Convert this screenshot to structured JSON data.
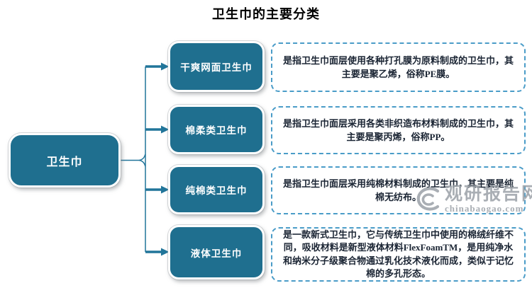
{
  "title": "卫生巾的主要分类",
  "root": {
    "label": "卫生巾"
  },
  "categories": [
    {
      "label": "干爽网面卫生巾",
      "description": "是指卫生巾面层使用各种打孔膜为原料制成的卫生巾，其主要是聚乙烯，俗称PE膜。"
    },
    {
      "label": "棉柔类卫生巾",
      "description": "是指卫生巾面层采用各类非织造布材料制成的卫生巾，其主要是聚丙烯，俗称PP。"
    },
    {
      "label": "纯棉类卫生巾",
      "description": "是指卫生巾面层采用纯棉材料制成的卫生巾，其主要是纯棉无纺布。"
    },
    {
      "label": "液体卫生巾",
      "description": "是一款新式卫生巾，它与传统卫生巾中使用的棉绒纤维不同，吸收材料是新型液体材料FlexFoamTM，是用纯净水和纳米分子级聚合物通过乳化技术液化而成，类似于记忆棉的多孔形态。"
    }
  ],
  "watermark": {
    "name": "观研报告网",
    "site": "chinabaogao.com"
  },
  "colors": {
    "node_fill": "#1F6F8F",
    "connector": "#21759A",
    "dashed_border": "#4A9CC8",
    "text": "#1A2433",
    "watermark_color": "#9BA1A7"
  }
}
